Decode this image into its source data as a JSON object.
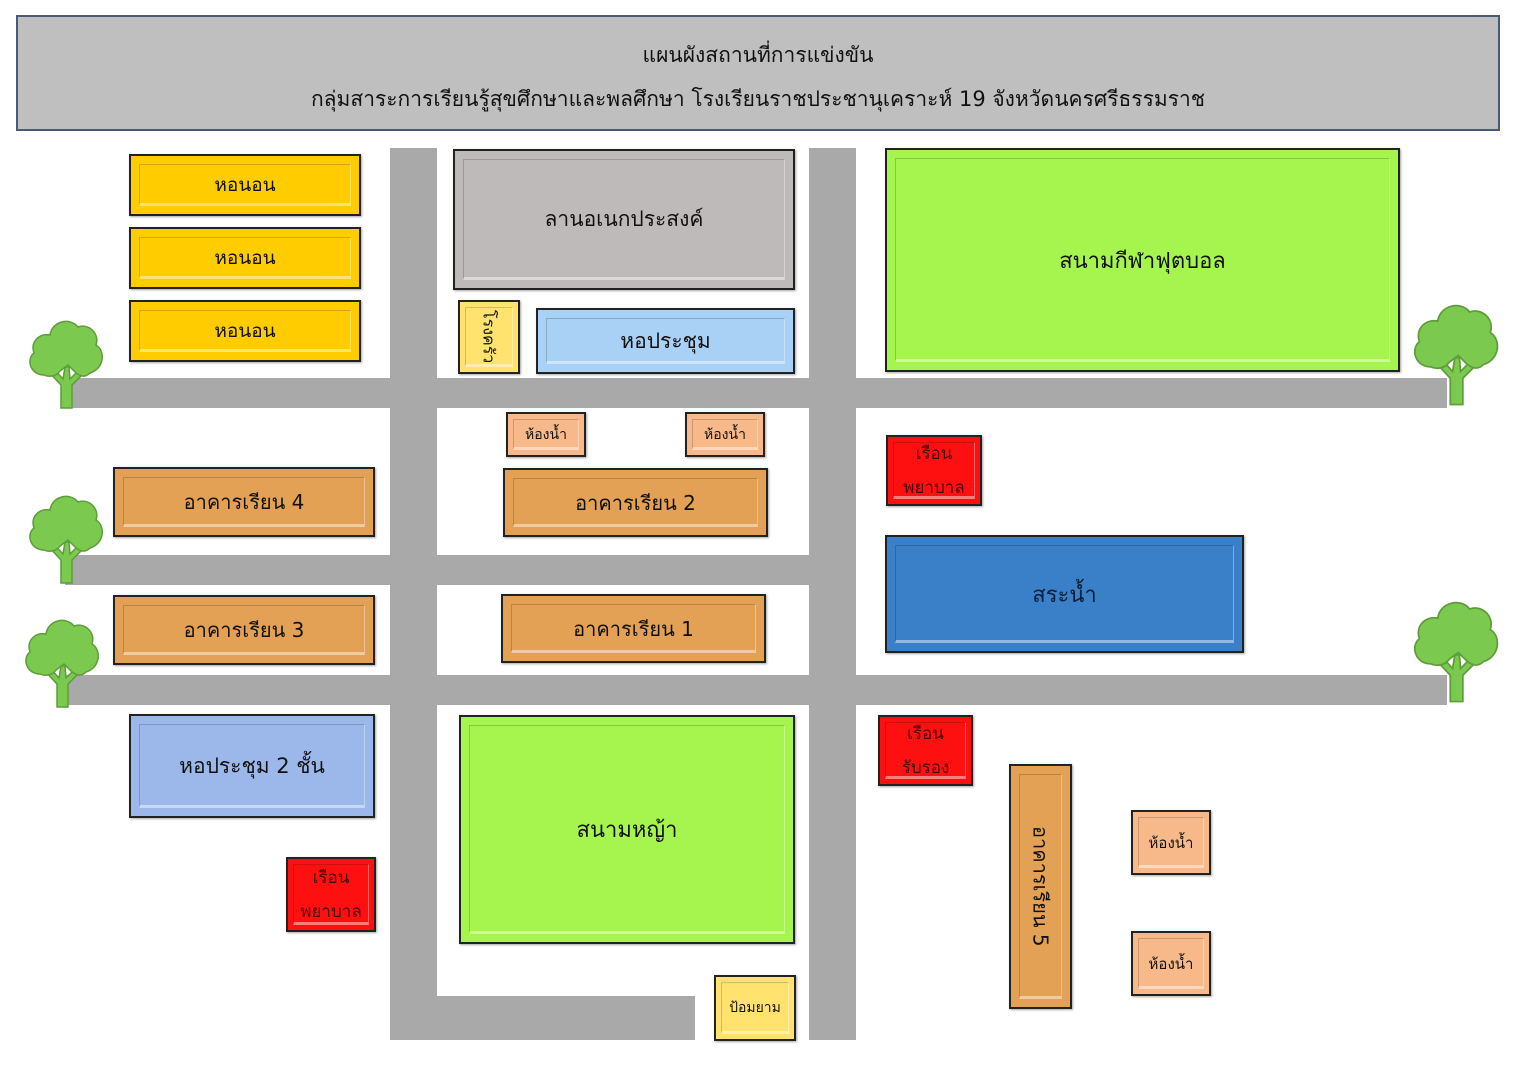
{
  "header": {
    "title": "แผนผังสถานที่การแข่งขัน",
    "subtitle": "กลุ่มสาระการเรียนรู้สุขศึกษาและพลศึกษา โรงเรียนราชประชานุเคราะห์ 19 จังหวัดนครศรีธรรมราช"
  },
  "buildings": {
    "dorm_1": "หอนอน",
    "dorm_2": "หอนอน",
    "dorm_3": "หอนอน",
    "multipurpose_court": "ลานอเนกประสงค์",
    "cafeteria": "โรงครัว",
    "meeting_hall": "หอประชุม",
    "football_field": "สนามกีฬาฟุตบอล",
    "restroom_1": "ห้องน้ำ",
    "restroom_2": "ห้องน้ำ",
    "infirmary_east": [
      "เรือน",
      "พยาบาล"
    ],
    "classroom_4": "อาคารเรียน 4",
    "classroom_2": "อาคารเรียน 2",
    "pool": "สระน้ำ",
    "classroom_3": "อาคารเรียน 3",
    "classroom_1": "อาคารเรียน 1",
    "meeting_hall_2": "หอประชุม 2 ชั้น",
    "lawn_field": "สนามหญ้า",
    "guest_house": [
      "เรือน",
      "รับรอง"
    ],
    "classroom_5": "อาคารเรียน 5",
    "restroom_3": "ห้องน้ำ",
    "restroom_4": "ห้องน้ำ",
    "infirmary_west": [
      "เรือน",
      "พยาบาล"
    ],
    "guard_post": "ป้อมยาม"
  },
  "colors": {
    "road": "#a9a9a9",
    "tree": "#7cc94f",
    "dorm": "#ffcc00",
    "classroom": "#e3a155",
    "field": "#a6f54f",
    "infirmary": "#ff1010",
    "pool": "#3a80c8"
  },
  "icons": {
    "tree": "tree-icon"
  }
}
